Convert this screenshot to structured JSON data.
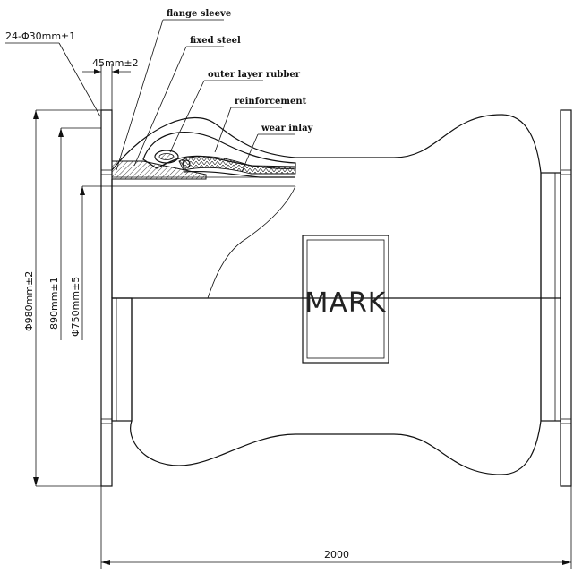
{
  "dimensions": {
    "bolt_holes": "24-Φ30mm±1",
    "flange_thickness": "45mm±2",
    "outer_diameter": "Φ980mm±2",
    "bolt_circle": "890mm±1",
    "inner_diameter": "Φ750mm±5",
    "length": "2000"
  },
  "callouts": {
    "flange_sleeve": "flange sleeve",
    "fixed_steel": "fixed steel",
    "outer_layer_rubber": "outer layer rubber",
    "reinforcement": "reinforcement",
    "wear_inlay": "wear inlay"
  },
  "mark_label": "MARK"
}
